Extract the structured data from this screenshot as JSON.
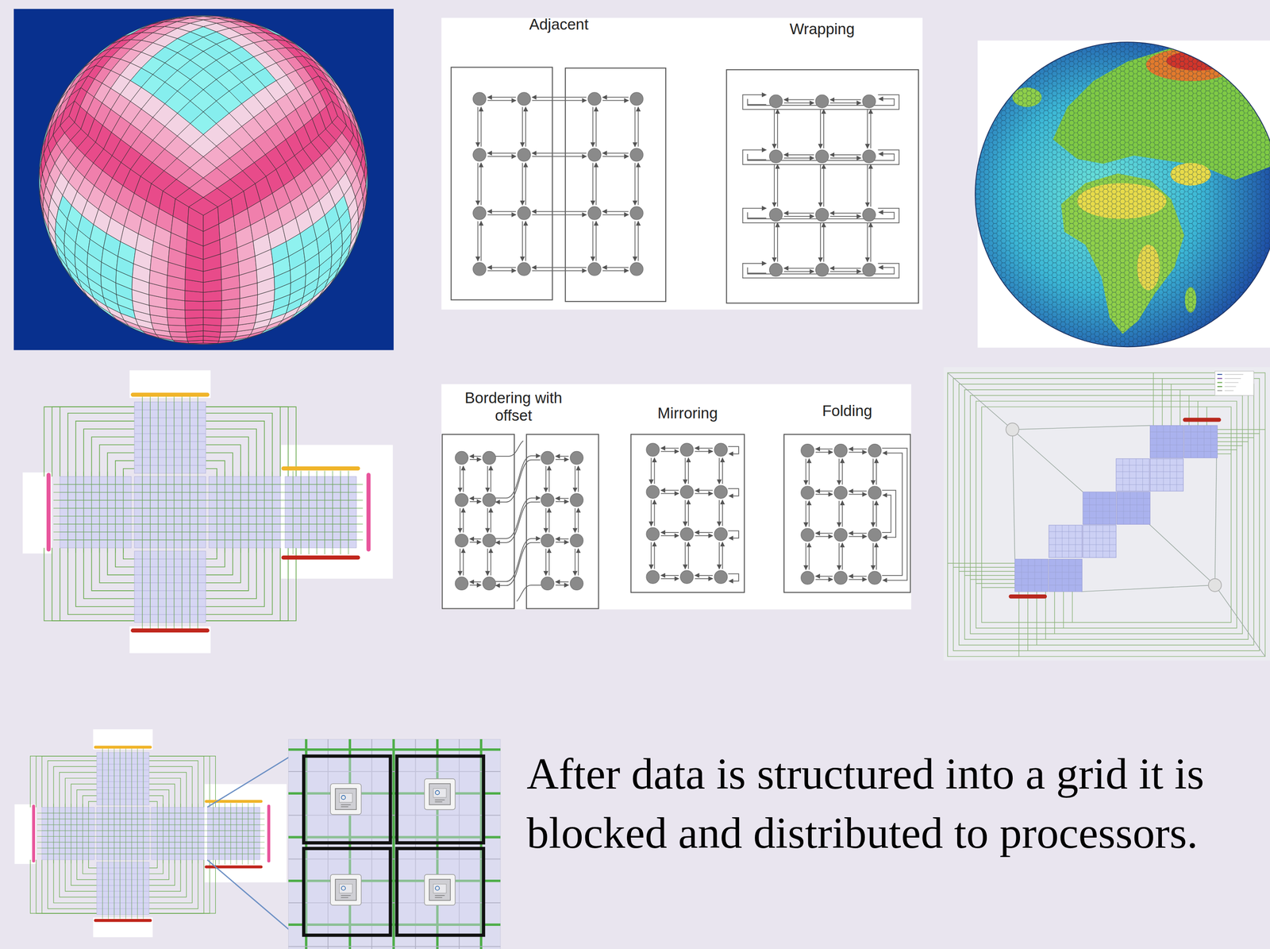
{
  "diagram": {
    "caption": "After data is structured into a grid it is blocked and distributed to processors.",
    "labels": [
      "Adjacent",
      "Wrapping",
      "Bordering with offset",
      "Mirroring",
      "Folding"
    ]
  }
}
